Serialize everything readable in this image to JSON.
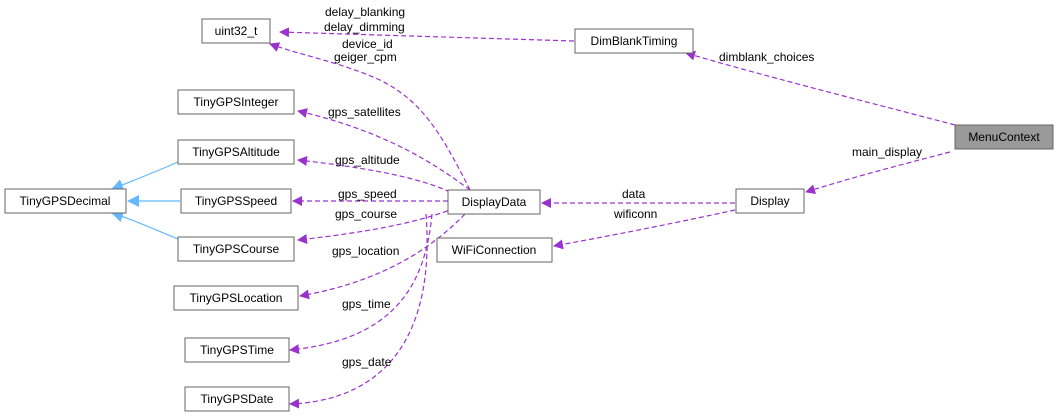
{
  "nodes": {
    "uint32_t": "uint32_t",
    "dimblanktiming": "DimBlankTiming",
    "menucontext": "MenuContext",
    "tinygpsinteger": "TinyGPSInteger",
    "tinygpsaltitude": "TinyGPSAltitude",
    "tinygpsdecimal": "TinyGPSDecimal",
    "tinygpsspeed": "TinyGPSSpeed",
    "tinygpscourse": "TinyGPSCourse",
    "tinygpslocation": "TinyGPSLocation",
    "tinygpstime": "TinyGPSTime",
    "tinygpsdate": "TinyGPSDate",
    "displaydata": "DisplayData",
    "display": "Display",
    "wificonnection": "WiFiConnection"
  },
  "edges": {
    "delay_blanking": "delay_blanking",
    "delay_dimming": "delay_dimming",
    "device_id": "device_id",
    "geiger_cpm": "geiger_cpm",
    "dimblank_choices": "dimblank_choices",
    "main_display": "main_display",
    "gps_satellites": "gps_satellites",
    "gps_altitude": "gps_altitude",
    "gps_speed": "gps_speed",
    "gps_course": "gps_course",
    "gps_location": "gps_location",
    "gps_time": "gps_time",
    "gps_date": "gps_date",
    "data": "data",
    "wificonn": "wificonn"
  },
  "colors": {
    "association": "#9a32cd",
    "inheritance": "#63b8ff",
    "highlight_fill": "#999999",
    "border": "#666666"
  }
}
